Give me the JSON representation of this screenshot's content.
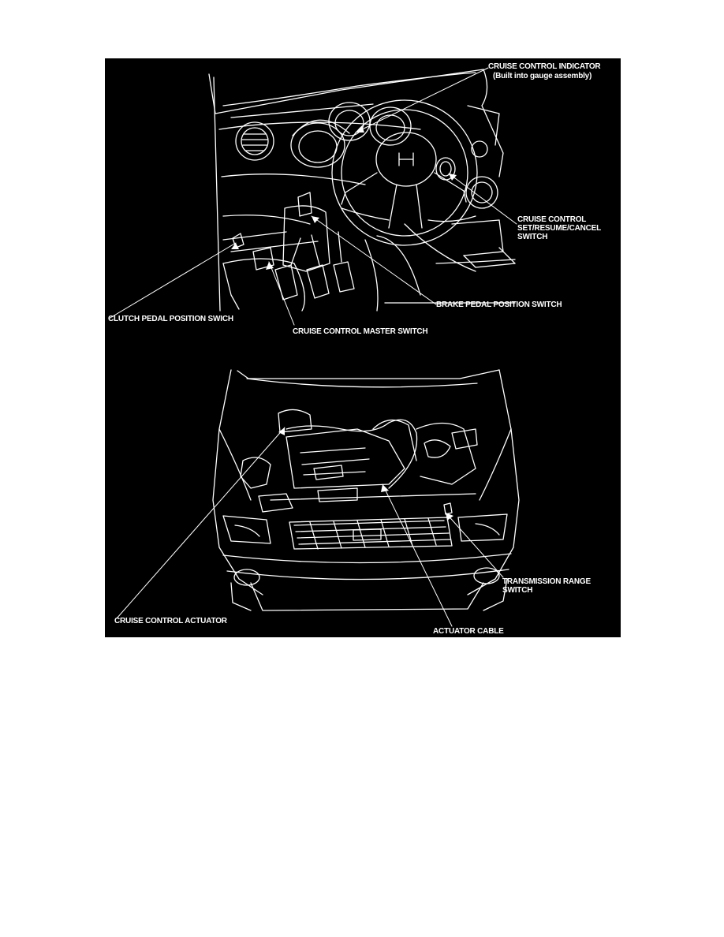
{
  "figure": {
    "background": "#000000",
    "line_color": "#ffffff",
    "top_view": "dashboard / driver footwell",
    "bottom_view": "engine compartment, hood open"
  },
  "labels": {
    "cruise_control_indicator": "CRUISE CONTROL INDICATOR",
    "cruise_control_indicator_note": "(Built into gauge assembly)",
    "set_resume_cancel_switch": "CRUISE CONTROL\nSET/RESUME/CANCEL\nSWITCH",
    "brake_pedal_position_switch": "BRAKE PEDAL POSITION SWITCH",
    "clutch_pedal_position_switch": "CLUTCH PEDAL POSITION SWICH",
    "cruise_control_master_switch": "CRUISE CONTROL MASTER SWITCH",
    "transmission_range_switch": "TRANSMISSION RANGE\nSWITCH",
    "cruise_control_actuator": "CRUISE CONTROL ACTUATOR",
    "actuator_cable": "ACTUATOR CABLE"
  }
}
